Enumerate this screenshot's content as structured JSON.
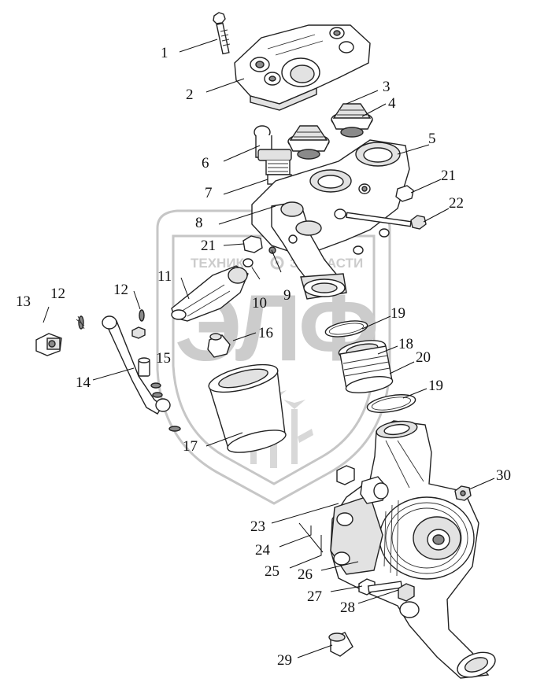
{
  "watermark": {
    "line1": "ТЕХНИКА",
    "line2": "ЗАПЧАСТИ",
    "logo": "ЭЛФ",
    "gear": "gear-icon"
  },
  "callouts": [
    {
      "id": "c1",
      "text": "1"
    },
    {
      "id": "c2",
      "text": "2"
    },
    {
      "id": "c3",
      "text": "3"
    },
    {
      "id": "c4",
      "text": "4"
    },
    {
      "id": "c5",
      "text": "5"
    },
    {
      "id": "c6",
      "text": "6"
    },
    {
      "id": "c7",
      "text": "7"
    },
    {
      "id": "c8",
      "text": "8"
    },
    {
      "id": "c9",
      "text": "9"
    },
    {
      "id": "c10",
      "text": "10"
    },
    {
      "id": "c11",
      "text": "11"
    },
    {
      "id": "c12a",
      "text": "12"
    },
    {
      "id": "c12b",
      "text": "12"
    },
    {
      "id": "c13",
      "text": "13"
    },
    {
      "id": "c14",
      "text": "14"
    },
    {
      "id": "c15",
      "text": "15"
    },
    {
      "id": "c16",
      "text": "16"
    },
    {
      "id": "c17",
      "text": "17"
    },
    {
      "id": "c18",
      "text": "18"
    },
    {
      "id": "c19a",
      "text": "19"
    },
    {
      "id": "c19b",
      "text": "19"
    },
    {
      "id": "c20",
      "text": "20"
    },
    {
      "id": "c21a",
      "text": "21"
    },
    {
      "id": "c21b",
      "text": "21"
    },
    {
      "id": "c22",
      "text": "22"
    },
    {
      "id": "c23",
      "text": "23"
    },
    {
      "id": "c24",
      "text": "24"
    },
    {
      "id": "c25",
      "text": "25"
    },
    {
      "id": "c26",
      "text": "26"
    },
    {
      "id": "c27",
      "text": "27"
    },
    {
      "id": "c28",
      "text": "28"
    },
    {
      "id": "c29",
      "text": "29"
    },
    {
      "id": "c30",
      "text": "30"
    }
  ]
}
